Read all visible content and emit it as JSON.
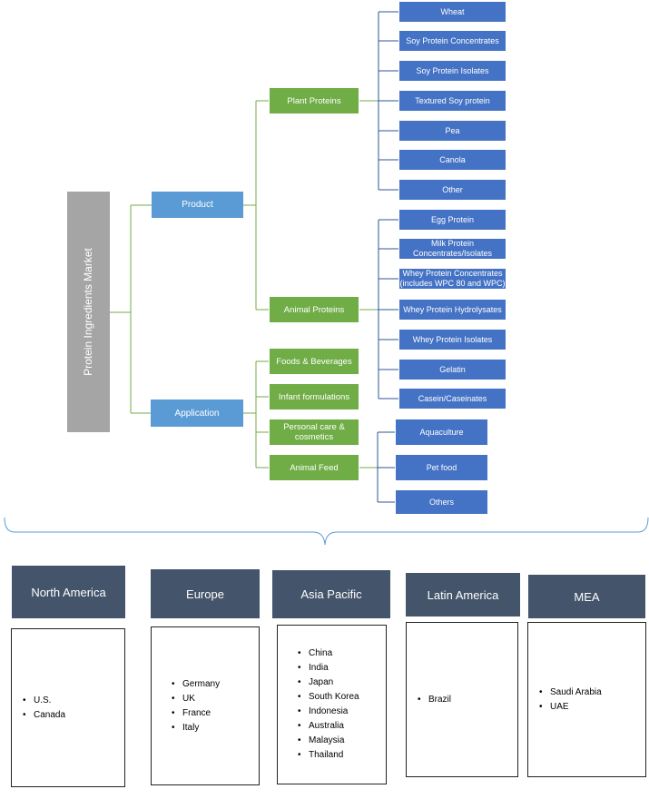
{
  "root": "Protein Ingredients Market",
  "product": "Product",
  "application": "Application",
  "plant": {
    "label": "Plant Proteins",
    "items": [
      "Wheat",
      "Soy Protein Concentrates",
      "Soy Protein Isolates",
      "Textured Soy protein",
      "Pea",
      "Canola",
      "Other"
    ]
  },
  "animal": {
    "label": "Animal Proteins",
    "items": [
      "Egg Protein",
      "Milk Protein Concentrates/Isolates",
      "Whey Protein Concentrates (includes WPC 80 and WPC)",
      "Whey Protein Hydrolysates",
      "Whey Protein Isolates",
      "Gelatin",
      "Casein/Caseinates"
    ]
  },
  "apps": [
    "Foods & Beverages",
    "Infant formulations",
    "Personal care & cosmetics",
    "Animal Feed"
  ],
  "feed_items": [
    "Aquaculture",
    "Pet food",
    "Others"
  ],
  "colors": {
    "root": "#a5a5a5",
    "level1": "#5b9bd5",
    "green": "#70ad47",
    "blue": "#4472c4",
    "region_header": "#44546a",
    "connector": "#70ad47",
    "blue_connector": "#2f5597"
  },
  "regions": [
    {
      "name": "North America",
      "items": [
        "U.S.",
        "Canada"
      ]
    },
    {
      "name": "Europe",
      "items": [
        "Germany",
        "UK",
        "France",
        "Italy"
      ]
    },
    {
      "name": "Asia Pacific",
      "items": [
        "China",
        "India",
        "Japan",
        "South Korea",
        "Indonesia",
        "Australia",
        "Malaysia",
        "Thailand"
      ]
    },
    {
      "name": "Latin America",
      "items": [
        "Brazil"
      ]
    },
    {
      "name": "MEA",
      "items": [
        "Saudi Arabia",
        "UAE"
      ]
    }
  ]
}
